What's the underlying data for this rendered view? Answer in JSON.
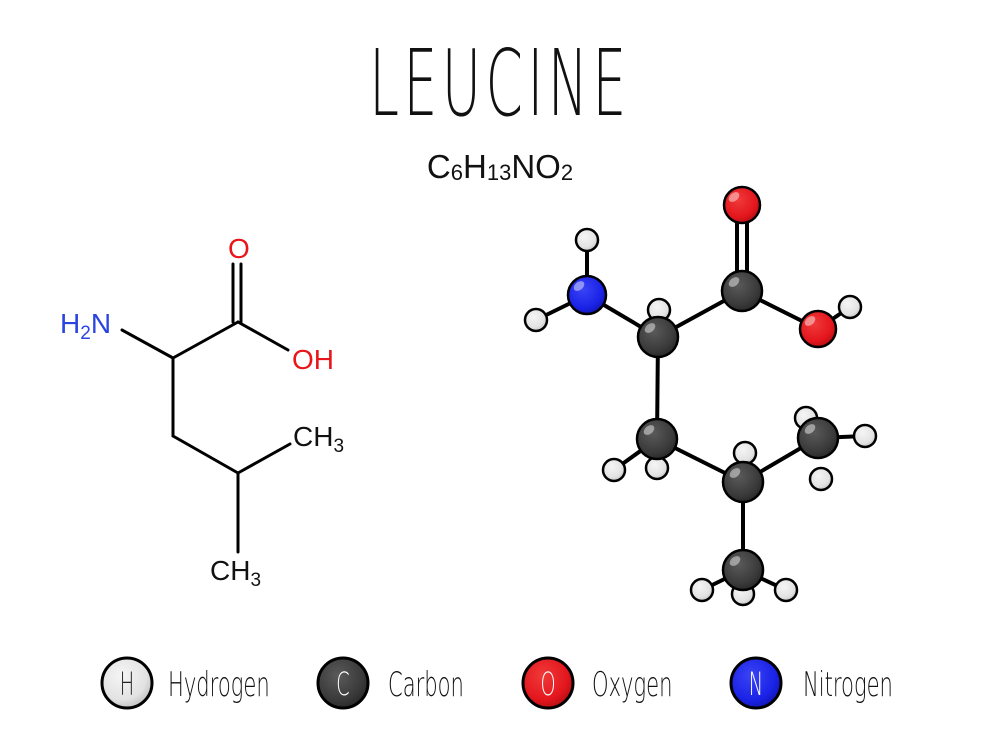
{
  "title": "LEUCINE",
  "formula": {
    "parts": [
      {
        "text": "C",
        "sub": "6"
      },
      {
        "text": "H",
        "sub": "13"
      },
      {
        "text": "N",
        "sub": ""
      },
      {
        "text": "O",
        "sub": "2"
      }
    ]
  },
  "skeletal": {
    "amine_label": {
      "main": "H",
      "sub": "2",
      "tail": "N"
    },
    "carbonyl_o_label": "O",
    "hydroxyl_label": "OH",
    "methyl_top_label": {
      "main": "CH",
      "sub": "3"
    },
    "methyl_bottom_label": {
      "main": "CH",
      "sub": "3"
    },
    "colors": {
      "bond": "#000000",
      "nitrogen": "#2a44e0",
      "oxygen": "#e8161b",
      "text": "#111111"
    }
  },
  "ball_and_stick": {
    "colors": {
      "carbon": "#3a3a3a",
      "hydrogen": "#e6e6e6",
      "oxygen": "#e3161d",
      "nitrogen": "#1a22e6"
    }
  },
  "legend": {
    "items": [
      {
        "symbol": "H",
        "label": "Hydrogen",
        "color": "#e6e6e6",
        "text_color": "#222222"
      },
      {
        "symbol": "C",
        "label": "Carbon",
        "color": "#3a3a3a",
        "text_color": "#ffffff"
      },
      {
        "symbol": "O",
        "label": "Oxygen",
        "color": "#e3161d",
        "text_color": "#ffffff"
      },
      {
        "symbol": "N",
        "label": "Nitrogen",
        "color": "#1a22e6",
        "text_color": "#ffffff"
      }
    ]
  }
}
